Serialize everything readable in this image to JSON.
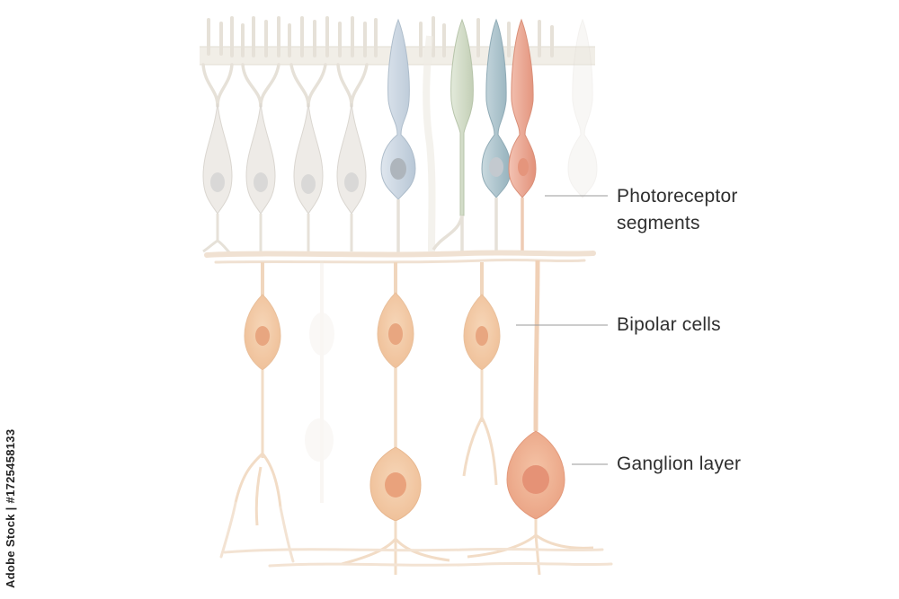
{
  "labels": {
    "photoreceptor": [
      "Photoreceptor",
      "segments"
    ],
    "bipolar": "Bipolar cells",
    "ganglion": "Ganglion layer"
  },
  "watermark": "Adobe Stock | #1725458133",
  "colors": {
    "rod": "#e6e3df",
    "cone_blue_gray": "#c7d3de",
    "cone_green": "#cfd9c4",
    "cone_teal": "#a8c2cc",
    "cone_salmon": "#e9a895",
    "bipolar": "#f3c9a4",
    "ganglion": "#f0b594",
    "axon": "#f2dcc6",
    "nucleus_rod": "#dcdcdc",
    "nucleus_warm": "#e8a07a",
    "leader_line": "#9a9a9a",
    "text": "#2f2f2f"
  },
  "icons": [
    "retina-cell-illustration"
  ]
}
